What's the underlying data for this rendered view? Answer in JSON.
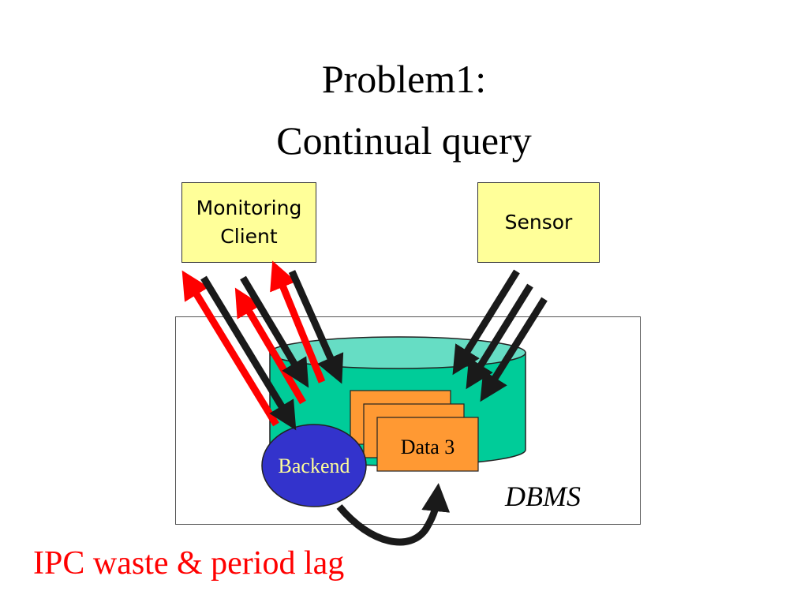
{
  "title": {
    "line1": "Problem1:",
    "line2": "Continual query"
  },
  "nodes": {
    "monitoring_client": {
      "line1": "Monitoring",
      "line2": "Client"
    },
    "sensor": "Sensor",
    "backend": "Backend",
    "data_front": "Data 3",
    "dbms": "DBMS"
  },
  "caption": "IPC waste & period lag",
  "colors": {
    "box_fill": "#ffff99",
    "cylinder_body": "#00cc99",
    "cylinder_top": "#66ddc4",
    "data_fill": "#ff9933",
    "backend_fill": "#3333cc",
    "backend_text": "#ffff99",
    "arrow_red": "#ff0000",
    "arrow_black": "#1a1a1a",
    "caption": "#ff0000"
  }
}
